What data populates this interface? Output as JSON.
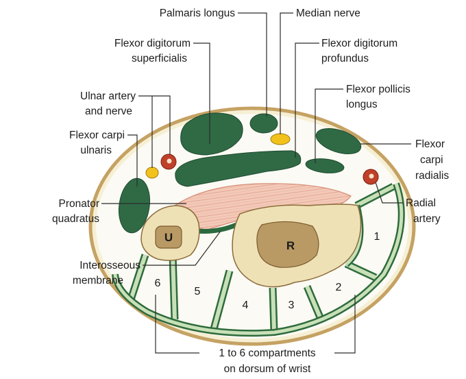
{
  "labels": {
    "palmaris_longus": "Palmaris longus",
    "median_nerve": "Median nerve",
    "fds_line1": "Flexor digitorum",
    "fds_line2": "superficialis",
    "fdp_line1": "Flexor digitorum",
    "fdp_line2": "profundus",
    "fpl_line1": "Flexor pollicis",
    "fpl_line2": "longus",
    "ulnar_line1": "Ulnar artery",
    "ulnar_line2": "and nerve",
    "fcu_line1": "Flexor carpi",
    "fcu_line2": "ulnaris",
    "fcr_line1": "Flexor",
    "fcr_line2": "carpi",
    "fcr_line3": "radialis",
    "pq_line1": "Pronator",
    "pq_line2": "quadratus",
    "radial_line1": "Radial",
    "radial_line2": "artery",
    "im_line1": "Interosseous",
    "im_line2": "membrane",
    "comp_line1": "1 to 6 compartments",
    "comp_line2": "on dorsum of wrist"
  },
  "bones": {
    "ulna": "U",
    "radius": "R"
  },
  "compartments": [
    "1",
    "2",
    "3",
    "4",
    "5",
    "6"
  ],
  "colors": {
    "muscle": "#2f6a45",
    "bone": "#efe1b6",
    "marrow": "#b99a64",
    "pronator": "#f3c9b8",
    "artery": "#c0402a",
    "nerve": "#f2c21c",
    "outline": "#c9a96a",
    "septum": "#2e6b3c"
  }
}
